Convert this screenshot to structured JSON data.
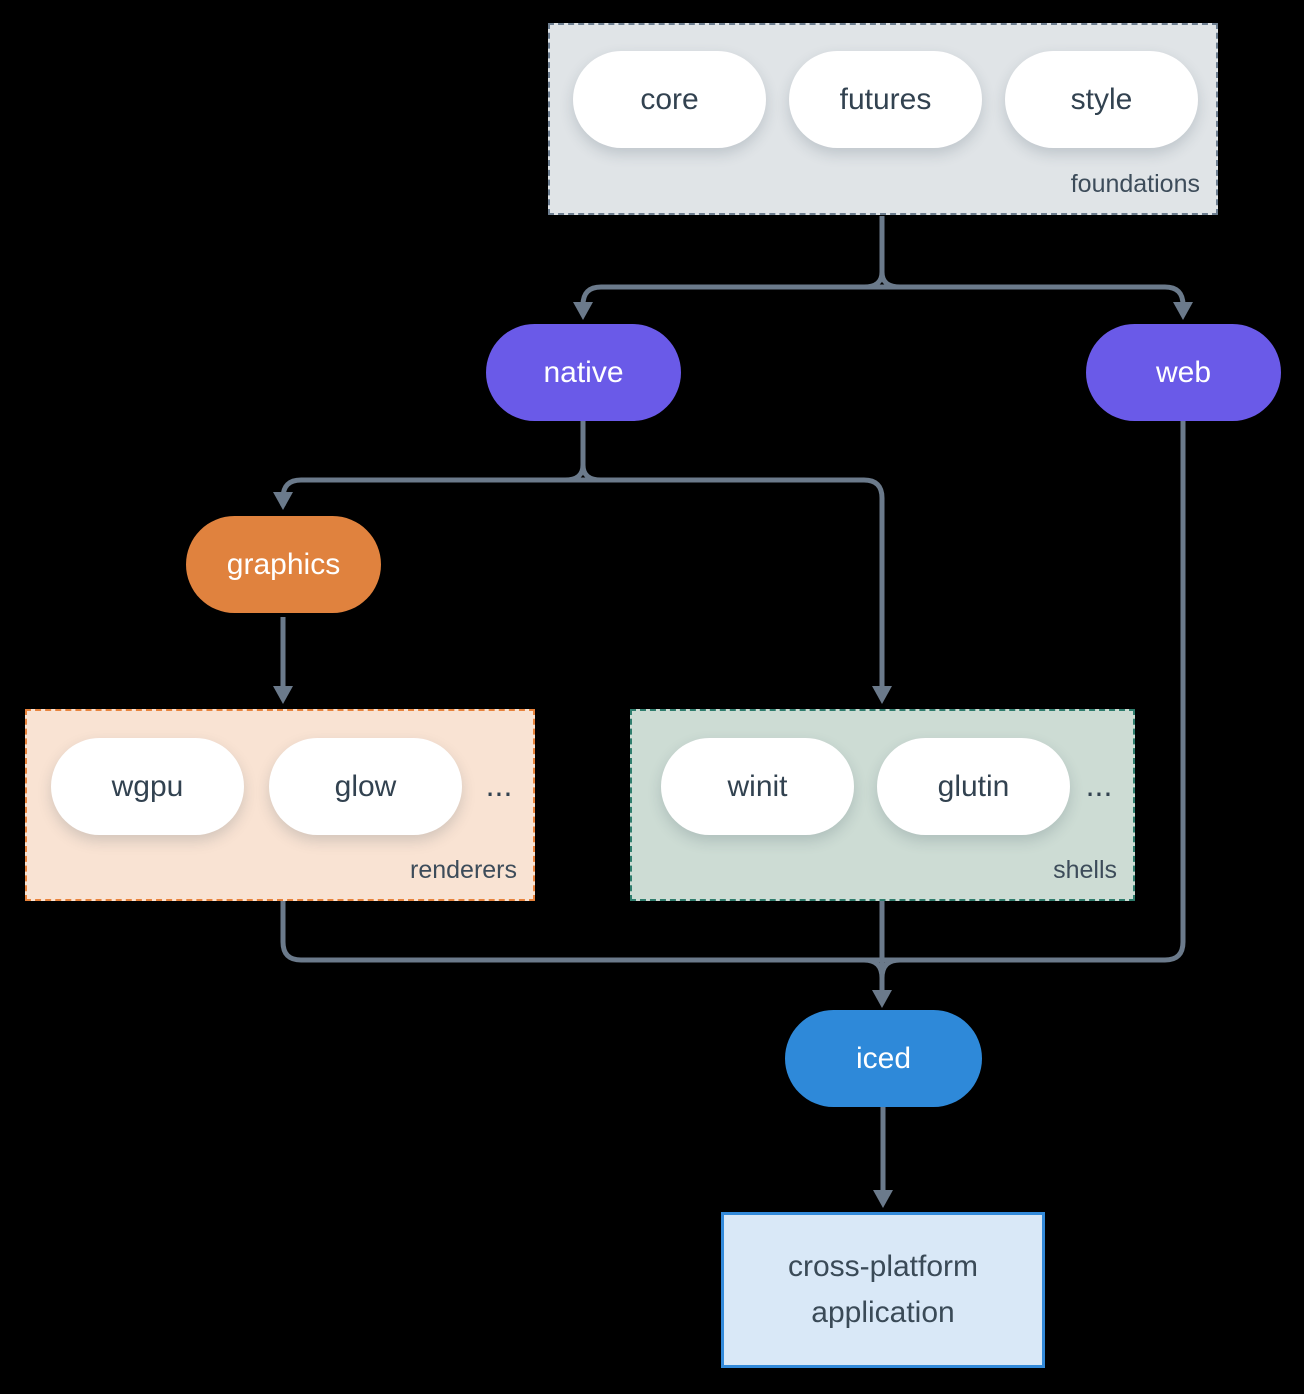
{
  "colors": {
    "background": "#000000",
    "connector": "#6b7a8b",
    "node_purple": "#6a5ae8",
    "node_orange": "#e0823e",
    "node_blue": "#2e89d9",
    "foundations_fill": "#e0e4e7",
    "foundations_border": "#6e7f91",
    "renderers_fill": "#f9e3d3",
    "renderers_border": "#e8833c",
    "shells_fill": "#cddcd4",
    "shells_border": "#2f7d6d",
    "app_fill": "#d9e8f7",
    "app_border": "#338ada",
    "dark_text": "#324250"
  },
  "groups": {
    "foundations": {
      "label": "foundations",
      "pills": [
        "core",
        "futures",
        "style"
      ]
    },
    "renderers": {
      "label": "renderers",
      "pills": [
        "wgpu",
        "glow"
      ],
      "more": "..."
    },
    "shells": {
      "label": "shells",
      "pills": [
        "winit",
        "glutin"
      ],
      "more": "..."
    }
  },
  "nodes": {
    "native": "native",
    "web": "web",
    "graphics": "graphics",
    "iced": "iced",
    "app_line1": "cross-platform",
    "app_line2": "application"
  }
}
